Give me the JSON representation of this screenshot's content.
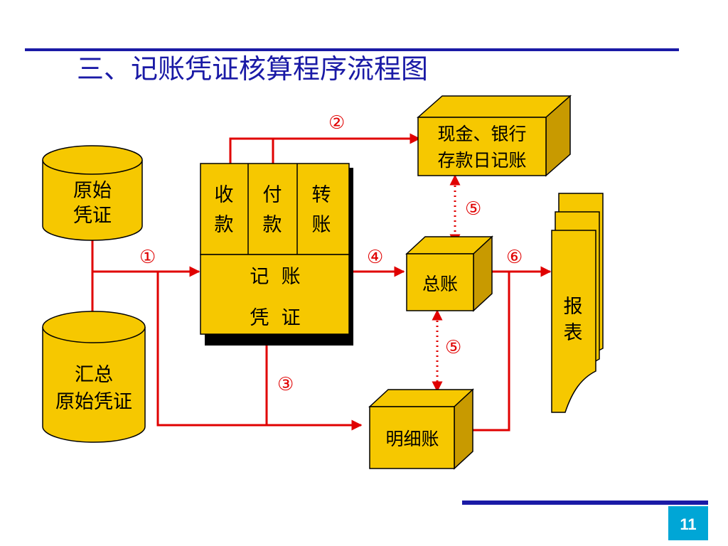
{
  "title": "三、记账凭证核算程序流程图",
  "page_number": "11",
  "colors": {
    "box_fill": "#f6c800",
    "box_dark": "#c89a00",
    "arrow": "#e00000",
    "title": "#1a1aa6",
    "rule": "#1a1aa6",
    "page_badge": "#00a6d6"
  },
  "nodes": {
    "original_voucher": {
      "line1": "原始",
      "line2": "凭证"
    },
    "summary_voucher": {
      "line1": "汇总",
      "line2": "原始凭证"
    },
    "voucher_types": {
      "receipt": {
        "line1": "收",
        "line2": "款"
      },
      "payment": {
        "line1": "付",
        "line2": "款"
      },
      "transfer": {
        "line1": "转",
        "line2": "账"
      }
    },
    "accounting_voucher": {
      "line1": "记  账",
      "line2": "凭  证"
    },
    "journal": {
      "line1": "现金、银行",
      "line2": "存款日记账"
    },
    "general_ledger": {
      "label": "总账"
    },
    "subsidiary_ledger": {
      "label": "明细账"
    },
    "reports": {
      "line1": "报",
      "line2": "表"
    }
  },
  "steps": {
    "s1": "①",
    "s2": "②",
    "s3": "③",
    "s4": "④",
    "s5a": "⑤",
    "s5b": "⑤",
    "s6": "⑥"
  }
}
